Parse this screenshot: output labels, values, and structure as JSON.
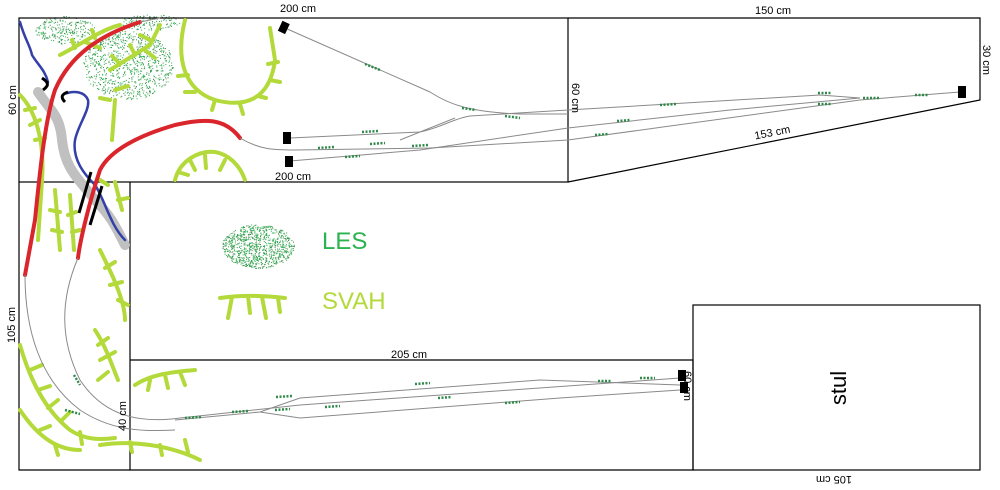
{
  "dimensions": {
    "top_board_top": "200 cm",
    "top_board_bottom": "200 cm",
    "top_board_left": "60 cm",
    "top_board_right": "60 cm",
    "wedge_top": "150 cm",
    "wedge_right": "30 cm",
    "wedge_diagonal": "153 cm",
    "left_board": "105 cm",
    "bottom_board_top": "205 cm",
    "bottom_board_left": "40 cm",
    "bottom_board_right": "60 cm",
    "table_bottom": "105 cm"
  },
  "table_label": "stul",
  "legend": {
    "forest": {
      "label": "LES",
      "color": "#2bb34f"
    },
    "slope": {
      "label": "SVAH",
      "color": "#b3da3a"
    }
  },
  "colors": {
    "rail": "#d9252b",
    "river": "#3340a8",
    "road": "#c0c0c0",
    "track": "#8a8a8a"
  }
}
